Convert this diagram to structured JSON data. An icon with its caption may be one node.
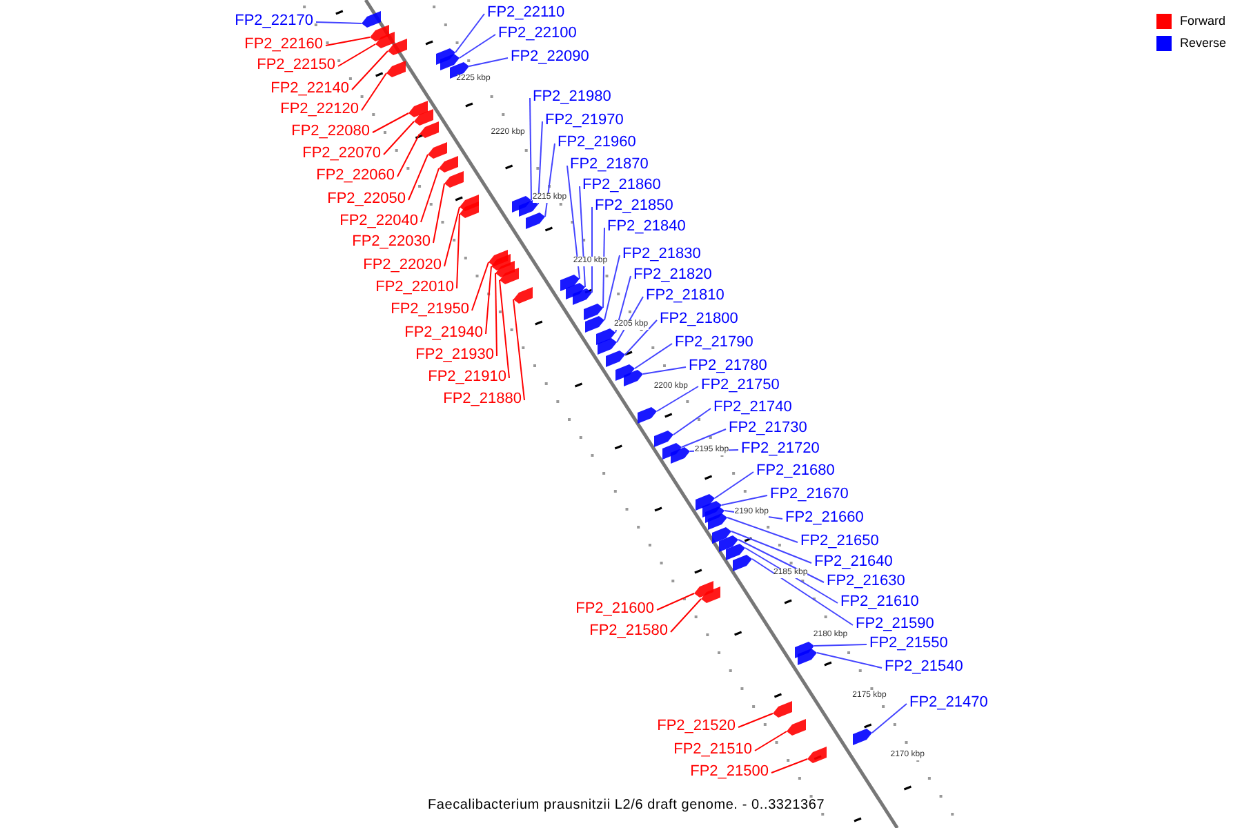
{
  "diagram": {
    "caption": "Faecalibacterium prausnitzii L2/6 draft genome. - 0..3321367",
    "nodes": [
      {
        "text": [
          "FP2_22170"
        ]
      },
      {
        "text": [
          "FP2_22160"
        ]
      },
      {
        "text": [
          "FP2_22150"
        ]
      },
      {
        "text": [
          "FP2_22140"
        ]
      },
      {
        "text": [
          "FP2_22120"
        ]
      },
      {
        "text": [
          "FP2_22080"
        ]
      },
      {
        "text": [
          "FP2_22070"
        ]
      },
      {
        "text": [
          "FP2_22060"
        ]
      },
      {
        "text": [
          "FP2_22050"
        ]
      },
      {
        "text": [
          "FP2_22040"
        ]
      },
      {
        "text": [
          "FP2_22030"
        ]
      },
      {
        "text": [
          "FP2_22020"
        ]
      },
      {
        "text": [
          "FP2_22010"
        ]
      },
      {
        "text": [
          "FP2_21950"
        ]
      },
      {
        "text": [
          "FP2_21940"
        ]
      },
      {
        "text": [
          "FP2_21930"
        ]
      },
      {
        "text": [
          "FP2_21910"
        ]
      },
      {
        "text": [
          "FP2_21880"
        ]
      },
      {
        "text": [
          "FP2_21600"
        ]
      },
      {
        "text": [
          "FP2_21580"
        ]
      },
      {
        "text": [
          "FP2_21520"
        ]
      },
      {
        "text": [
          "FP2_21510"
        ]
      },
      {
        "text": [
          "FP2_21500"
        ]
      },
      {
        "text": [
          "FP2_22110"
        ]
      },
      {
        "text": [
          "FP2_22100"
        ]
      },
      {
        "text": [
          "FP2_22090"
        ]
      },
      {
        "text": [
          "FP2_21980"
        ]
      },
      {
        "text": [
          "FP2_21970"
        ]
      },
      {
        "text": [
          "FP2_21960"
        ]
      },
      {
        "text": [
          "FP2_21870"
        ]
      },
      {
        "text": [
          "FP2_21860"
        ]
      },
      {
        "text": [
          "FP2_21850"
        ]
      },
      {
        "text": [
          "FP2_21840"
        ]
      },
      {
        "text": [
          "FP2_21830"
        ]
      },
      {
        "text": [
          "FP2_21820"
        ]
      },
      {
        "text": [
          "FP2_21810"
        ]
      },
      {
        "text": [
          "FP2_21800"
        ]
      },
      {
        "text": [
          "FP2_21790"
        ]
      },
      {
        "text": [
          "FP2_21780"
        ]
      },
      {
        "text": [
          "FP2_21750"
        ]
      },
      {
        "text": [
          "FP2_21740"
        ]
      },
      {
        "text": [
          "FP2_21730"
        ]
      },
      {
        "text": [
          "FP2_21720"
        ]
      },
      {
        "text": [
          "FP2_21680"
        ]
      },
      {
        "text": [
          "FP2_21670"
        ]
      },
      {
        "text": [
          "FP2_21660"
        ]
      },
      {
        "text": [
          "FP2_21650"
        ]
      },
      {
        "text": [
          "FP2_21640"
        ]
      },
      {
        "text": [
          "FP2_21630"
        ]
      },
      {
        "text": [
          "FP2_21610"
        ]
      },
      {
        "text": [
          "FP2_21590"
        ]
      },
      {
        "text": [
          "FP2_21550"
        ]
      },
      {
        "text": [
          "FP2_21540"
        ]
      },
      {
        "text": [
          "FP2_21470"
        ]
      },
      {
        "text": [],
        "shape": "box"
      },
      {
        "text": [],
        "shape": "box"
      },
      {
        "text": [],
        "shape": "box"
      },
      {
        "text": [],
        "shape": "box"
      },
      {
        "text": [],
        "shape": "box"
      },
      {
        "text": [],
        "shape": "box"
      },
      {
        "text": [],
        "shape": "box"
      },
      {
        "text": [],
        "shape": "box"
      },
      {
        "text": [],
        "shape": "box"
      },
      {
        "text": [],
        "shape": "box"
      },
      {
        "text": [],
        "shape": "box"
      },
      {
        "text": [],
        "shape": "box"
      },
      {
        "text": [],
        "shape": "box"
      },
      {
        "text": [],
        "shape": "box"
      },
      {
        "text": [],
        "shape": "box"
      },
      {
        "text": [],
        "shape": "box"
      },
      {
        "text": [],
        "shape": "box"
      },
      {
        "text": [],
        "shape": "box"
      },
      {
        "text": [],
        "shape": "box"
      },
      {
        "text": [],
        "shape": "box"
      },
      {
        "text": [],
        "shape": "box"
      },
      {
        "text": [],
        "shape": "box"
      },
      {
        "text": [],
        "shape": "box"
      },
      {
        "text": [],
        "shape": "box"
      },
      {
        "text": [],
        "shape": "box"
      },
      {
        "text": [],
        "shape": "box"
      },
      {
        "text": [],
        "shape": "box"
      },
      {
        "text": [],
        "shape": "box"
      },
      {
        "text": [],
        "shape": "box"
      },
      {
        "text": [],
        "shape": "box"
      },
      {
        "text": [],
        "shape": "box"
      },
      {
        "text": [],
        "shape": "box"
      },
      {
        "text": [],
        "shape": "box"
      },
      {
        "text": [],
        "shape": "box"
      },
      {
        "text": [],
        "shape": "box"
      },
      {
        "text": [],
        "shape": "box"
      },
      {
        "text": [],
        "shape": "box"
      },
      {
        "text": [],
        "shape": "box"
      },
      {
        "text": [],
        "shape": "box"
      },
      {
        "text": [],
        "shape": "box"
      },
      {
        "text": [],
        "shape": "box"
      },
      {
        "text": [],
        "shape": "box"
      },
      {
        "text": [],
        "shape": "box"
      },
      {
        "text": [],
        "shape": "box"
      },
      {
        "text": [],
        "shape": "box"
      },
      {
        "text": [],
        "shape": "box"
      },
      {
        "text": [],
        "shape": "box"
      },
      {
        "text": [],
        "shape": "box"
      },
      {
        "text": [],
        "shape": "box"
      },
      {
        "text": [],
        "shape": "box"
      },
      {
        "text": [],
        "shape": "box"
      },
      {
        "text": [],
        "shape": "box"
      },
      {
        "text": [],
        "shape": "box"
      },
      {
        "text": [],
        "shape": "box"
      }
    ],
    "edges": [
      {
        "from": 0,
        "to": 54,
        "arrow": "none"
      },
      {
        "from": 1,
        "to": 55,
        "arrow": "none",
        "color": "#ff0000"
      },
      {
        "from": 2,
        "to": 56,
        "arrow": "none",
        "color": "#ff0000"
      },
      {
        "from": 3,
        "to": 57,
        "arrow": "none",
        "color": "#ff0000"
      },
      {
        "from": 4,
        "to": 58,
        "arrow": "none",
        "color": "#ff0000"
      },
      {
        "from": 5,
        "to": 59,
        "arrow": "none",
        "color": "#ff0000"
      },
      {
        "from": 6,
        "to": 60,
        "arrow": "none",
        "color": "#ff0000"
      },
      {
        "from": 7,
        "to": 61,
        "arrow": "none",
        "color": "#ff0000"
      },
      {
        "from": 8,
        "to": 62,
        "arrow": "none",
        "color": "#ff0000"
      },
      {
        "from": 9,
        "to": 63,
        "arrow": "none",
        "color": "#ff0000"
      },
      {
        "from": 10,
        "to": 64,
        "arrow": "none",
        "color": "#ff0000"
      },
      {
        "from": 11,
        "to": 65,
        "arrow": "none",
        "color": "#ff0000"
      },
      {
        "from": 12,
        "to": 66,
        "arrow": "none",
        "color": "#ff0000"
      },
      {
        "from": 13,
        "to": 67,
        "arrow": "none",
        "color": "#ff0000"
      },
      {
        "from": 14,
        "to": 68,
        "arrow": "none",
        "color": "#ff0000"
      },
      {
        "from": 15,
        "to": 69,
        "arrow": "none",
        "color": "#ff0000"
      },
      {
        "from": 16,
        "to": 70,
        "arrow": "none",
        "color": "#ff0000"
      },
      {
        "from": 17,
        "to": 71,
        "arrow": "none",
        "color": "#ff0000"
      },
      {
        "from": 18,
        "to": 72,
        "arrow": "none",
        "color": "#ff0000"
      },
      {
        "from": 19,
        "to": 73,
        "arrow": "none",
        "color": "#ff0000"
      },
      {
        "from": 20,
        "to": 74,
        "arrow": "none",
        "color": "#ff0000"
      },
      {
        "from": 21,
        "to": 75,
        "arrow": "none",
        "color": "#ff0000"
      },
      {
        "from": 22,
        "to": 76,
        "arrow": "none",
        "color": "#ff0000"
      },
      {
        "from": 23,
        "to": 77,
        "arrow": "none"
      },
      {
        "from": 24,
        "to": 78,
        "arrow": "none"
      },
      {
        "from": 25,
        "to": 79,
        "arrow": "none"
      },
      {
        "from": 26,
        "to": 80,
        "arrow": "none"
      },
      {
        "from": 27,
        "to": 81,
        "arrow": "none"
      },
      {
        "from": 28,
        "to": 82,
        "arrow": "none"
      },
      {
        "from": 29,
        "to": 83,
        "arrow": "none"
      },
      {
        "from": 30,
        "to": 84,
        "arrow": "none"
      },
      {
        "from": 31,
        "to": 85,
        "arrow": "none"
      },
      {
        "from": 32,
        "to": 86,
        "arrow": "none"
      },
      {
        "from": 33,
        "to": 87,
        "arrow": "none"
      },
      {
        "from": 34,
        "to": 88,
        "arrow": "none"
      },
      {
        "from": 35,
        "to": 89,
        "arrow": "none"
      },
      {
        "from": 36,
        "to": 90,
        "arrow": "none"
      },
      {
        "from": 37,
        "to": 91,
        "arrow": "none"
      },
      {
        "from": 38,
        "to": 92,
        "arrow": "none"
      },
      {
        "from": 39,
        "to": 93,
        "arrow": "none"
      },
      {
        "from": 40,
        "to": 94,
        "arrow": "none"
      },
      {
        "from": 41,
        "to": 95,
        "arrow": "none"
      },
      {
        "from": 42,
        "to": 96,
        "arrow": "none"
      },
      {
        "from": 43,
        "to": 97,
        "arrow": "none"
      },
      {
        "from": 44,
        "to": 98,
        "arrow": "none"
      },
      {
        "from": 45,
        "to": 99,
        "arrow": "none"
      },
      {
        "from": 46,
        "to": 100,
        "arrow": "none"
      },
      {
        "from": 47,
        "to": 101,
        "arrow": "none"
      },
      {
        "from": 48,
        "to": 102,
        "arrow": "none"
      },
      {
        "from": 49,
        "to": 103,
        "arrow": "none"
      },
      {
        "from": 50,
        "to": 104,
        "arrow": "none"
      },
      {
        "from": 51,
        "to": 105,
        "arrow": "none"
      },
      {
        "from": 52,
        "to": 106,
        "arrow": "none"
      },
      {
        "from": 53,
        "to": 107,
        "arrow": "none"
      }
    ],
    "labels": [
      "2225 kbp",
      "2220 kbp",
      "2215 kbp",
      "2210 kbp",
      "2205 kbp",
      "2200 kbp",
      "2195 kbp",
      "2190 kbp",
      "2185 kbp",
      "2180 kbp",
      "2175 kbp",
      "2170 kbp"
    ],
    "legend": [
      {
        "text": "Forward",
        "color": "#ff0000"
      },
      {
        "text": "Reverse",
        "color": "#0000ff"
      }
    ]
  }
}
